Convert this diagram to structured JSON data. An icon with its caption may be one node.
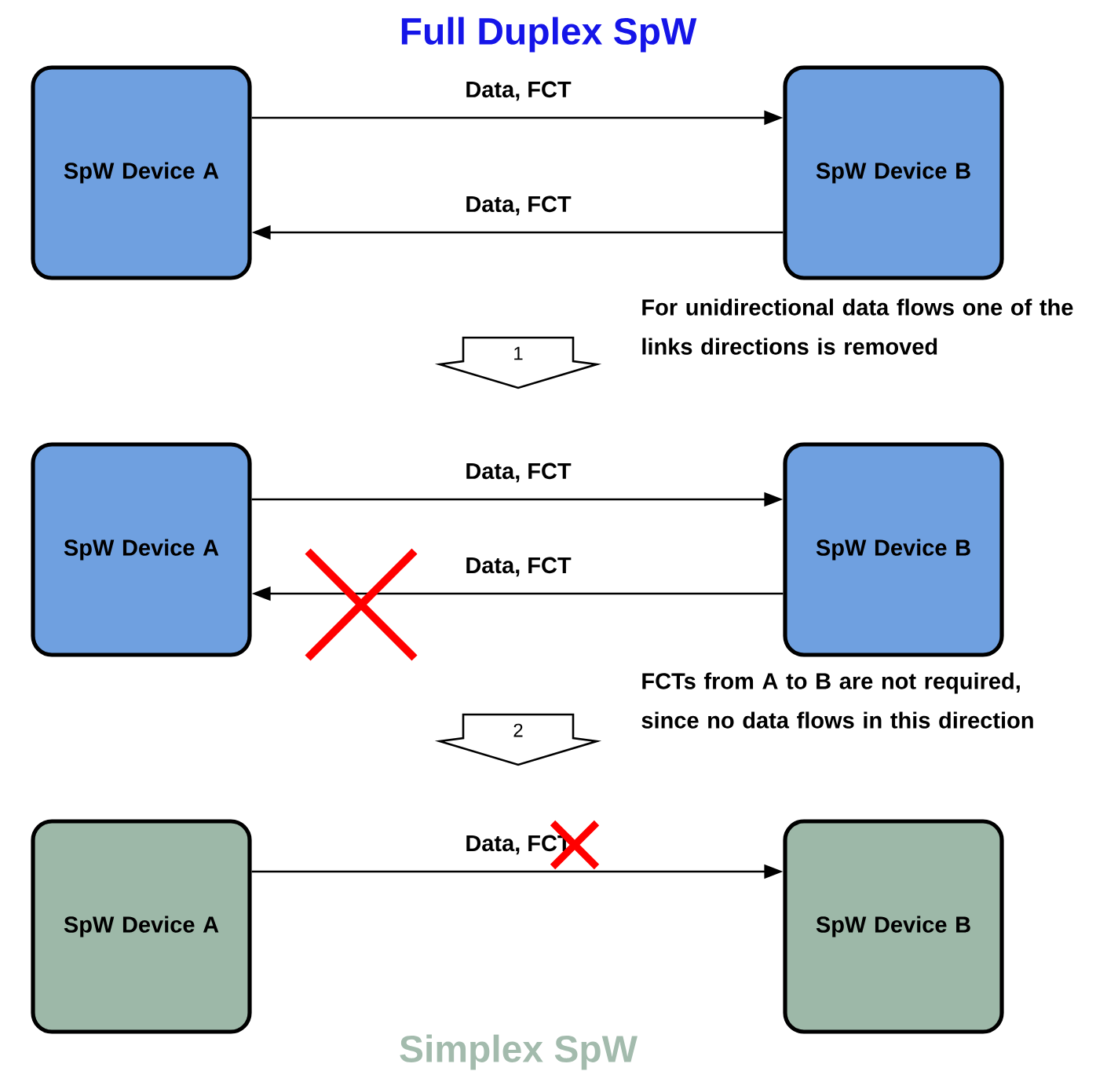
{
  "diagram": {
    "title": "Full Duplex SpW",
    "caption": "Simplex SpW",
    "nodes": [
      {
        "text": [
          "SpW Device A"
        ]
      },
      {
        "text": [
          "SpW Device B"
        ]
      },
      {
        "text": [
          "1"
        ]
      },
      {
        "text": [
          "SpW Device A"
        ]
      },
      {
        "text": [
          "SpW Device B"
        ]
      },
      {
        "text": [
          "2"
        ]
      },
      {
        "text": [
          "SpW Device A"
        ]
      },
      {
        "text": [
          "SpW Device B"
        ]
      }
    ],
    "edges": [
      {
        "from": 0,
        "to": 1,
        "arrow": "to",
        "label": "Data, FCT"
      },
      {
        "from": 1,
        "to": 0,
        "arrow": "to",
        "label": "Data, FCT"
      },
      {
        "from": 3,
        "to": 4,
        "arrow": "to",
        "label": "Data, FCT"
      },
      {
        "from": 4,
        "to": 3,
        "arrow": "to",
        "label": "Data, FCT"
      },
      {
        "from": 6,
        "to": 7,
        "arrow": "to",
        "label": "Data, FCT"
      }
    ],
    "labels": [
      "For unidirectional data flows one of the links directions is removed",
      "FCTs from A to B are not required, since no data flows in this direction"
    ]
  }
}
